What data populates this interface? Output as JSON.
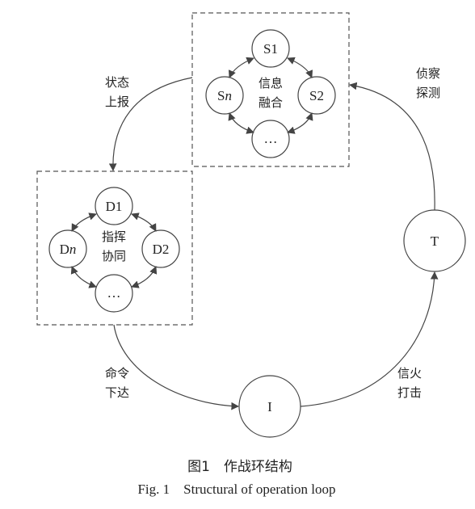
{
  "sensor_group": {
    "nodes": {
      "s1": "S1",
      "s2": "S2",
      "sn_main": "S",
      "sn_italic": "n",
      "s_more": "…"
    },
    "center_label": [
      "信息",
      "融合"
    ]
  },
  "command_group": {
    "nodes": {
      "d1": "D1",
      "d2": "D2",
      "dn_main": "D",
      "dn_italic": "n",
      "d_more": "…"
    },
    "center_label": [
      "指挥",
      "协同"
    ]
  },
  "target_node": "T",
  "interceptor_node": "I",
  "edges": {
    "status_report": [
      "状态",
      "上报"
    ],
    "recon_detect": [
      "侦察",
      "探测"
    ],
    "command_issue": [
      "命令",
      "下达"
    ],
    "fire_strike": [
      "信火",
      "打击"
    ]
  },
  "caption": {
    "cn": "图1　作战环结构",
    "en": "Fig. 1　Structural of operation loop"
  }
}
